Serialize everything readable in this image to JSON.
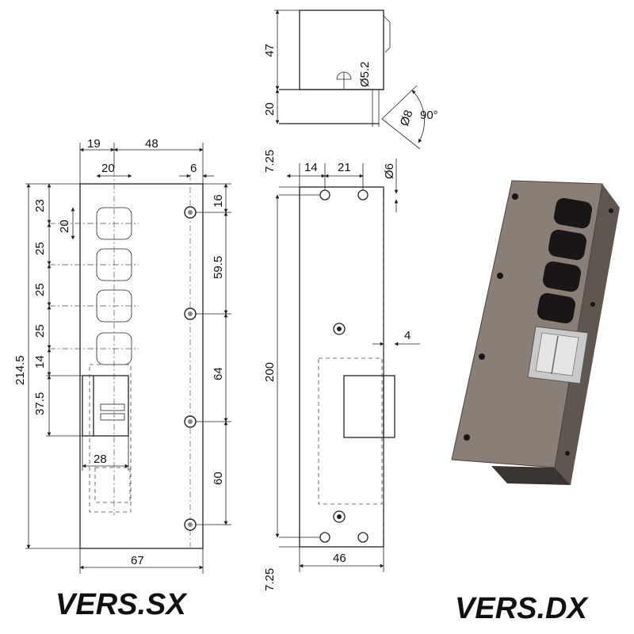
{
  "titles": {
    "left": "VERS.SX",
    "right": "VERS.DX"
  },
  "sx_dimensions": {
    "d19": "19",
    "d48": "48",
    "d20_top": "20",
    "d6": "6",
    "d23": "23",
    "d20_side": "20",
    "d25_a": "25",
    "d25_b": "25",
    "d25_c": "25",
    "d14": "14",
    "d37_5": "37.5",
    "d214_5": "214.5",
    "d16": "16",
    "d59_5": "59.5",
    "d64": "64",
    "d60": "60",
    "d28": "28",
    "d67": "67"
  },
  "dx_dimensions": {
    "d47": "47",
    "d20": "20",
    "d5_2": "Ø5.2",
    "d8": "Ø8",
    "d90": "90°",
    "d7_25_top": "7.25",
    "d14": "14",
    "d21": "21",
    "d6": "Ø6",
    "d4": "4",
    "d200": "200",
    "d7_25_bottom": "7.25",
    "d46": "46"
  },
  "colors": {
    "plate": "#8a7f76",
    "plate_dark": "#5f5650",
    "plate_light": "#a59a91",
    "hole": "#1a1615",
    "latch": "#c9c9c9"
  }
}
